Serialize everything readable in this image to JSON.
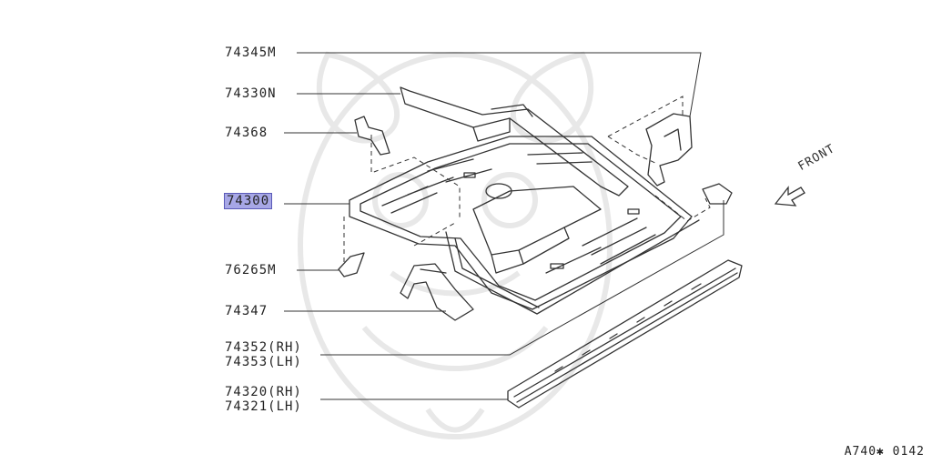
{
  "parts": [
    {
      "id": "p1",
      "text": "74345M"
    },
    {
      "id": "p2",
      "text": "74330N"
    },
    {
      "id": "p3",
      "text": "74368"
    },
    {
      "id": "p4",
      "text": "74300",
      "highlighted": true
    },
    {
      "id": "p5",
      "text": "76265M"
    },
    {
      "id": "p6",
      "text": "74347"
    },
    {
      "id": "p7a",
      "text": "74352(RH)"
    },
    {
      "id": "p7b",
      "text": "74353(LH)"
    },
    {
      "id": "p8a",
      "text": "74320(RH)"
    },
    {
      "id": "p8b",
      "text": "74321(LH)"
    }
  ],
  "direction_label": "FRONT",
  "reference_code": "A740✱ 0142",
  "colors": {
    "highlight": "#a7a7e6",
    "line": "#333333",
    "watermark": "#e6e6e6"
  }
}
